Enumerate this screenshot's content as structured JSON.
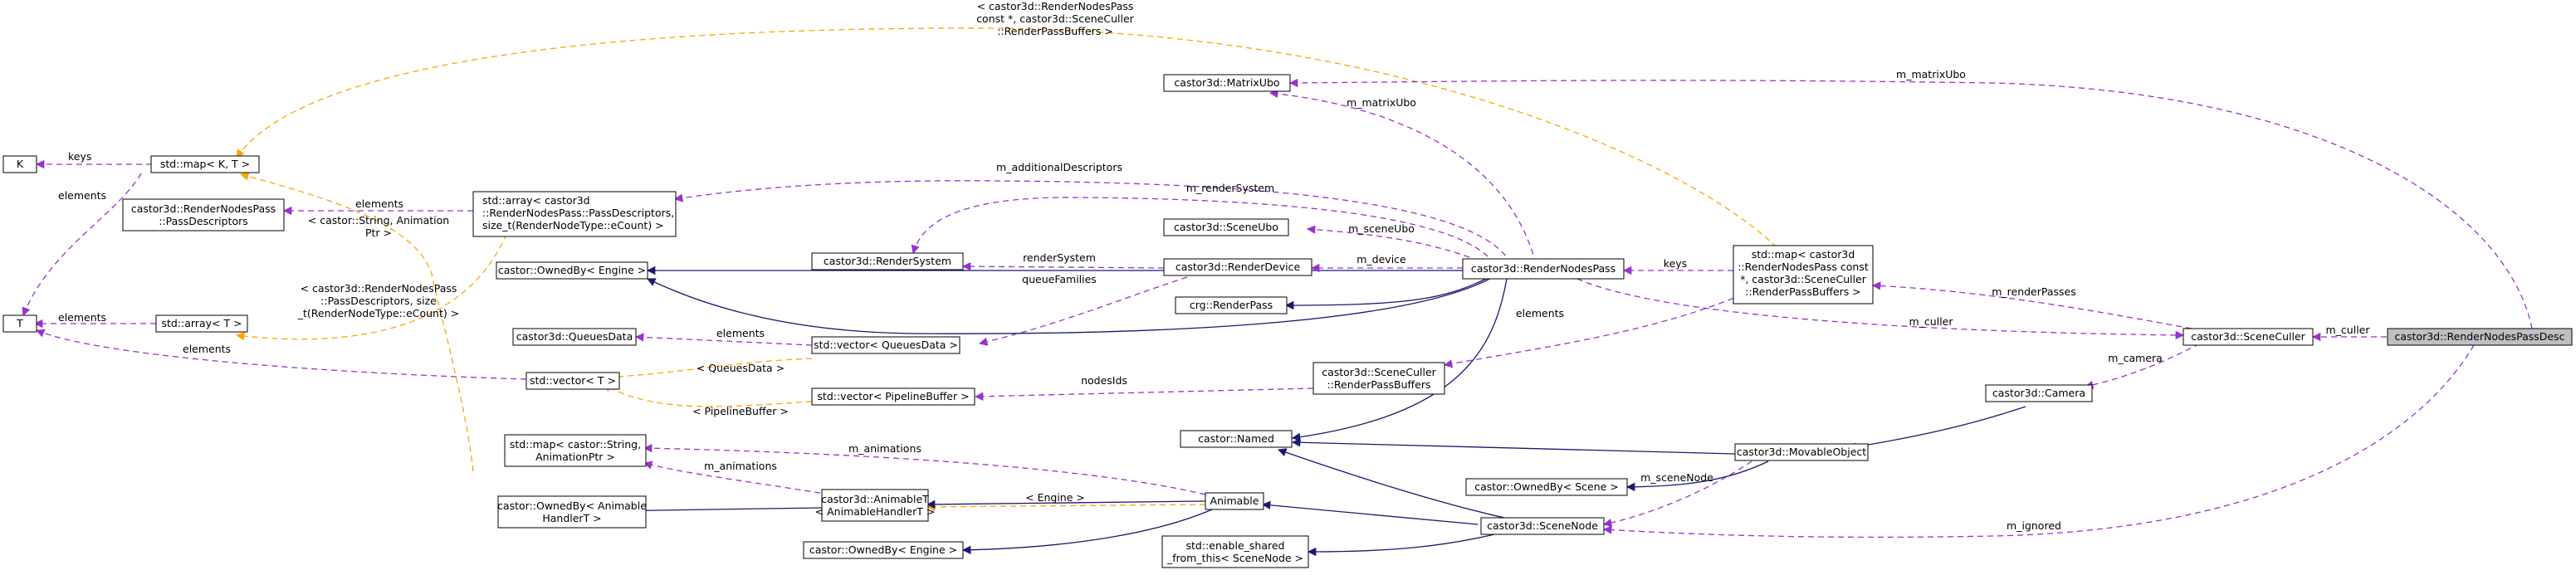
{
  "colors": {
    "inheritance": "#191970",
    "usage": "#9a32cd",
    "template": "#ffa500",
    "highlight_fill": "#bfbfbf"
  },
  "nodes": {
    "K": [
      "K"
    ],
    "T": [
      "T"
    ],
    "map_KT": [
      "std::map< K, T >"
    ],
    "passDescriptors": [
      "castor3d::RenderNodesPass",
      "::PassDescriptors"
    ],
    "array_T": [
      "std::array< T >"
    ],
    "array_pd": [
      "std::array< castor3d",
      "::RenderNodesPass::PassDescriptors,",
      "size_t(RenderNodeType::eCount) >"
    ],
    "ownedBy_engine": [
      "castor::OwnedBy< Engine >"
    ],
    "queuesData": [
      "castor3d::QueuesData"
    ],
    "vector_T": [
      "std::vector< T >"
    ],
    "map_anim": [
      "std::map< castor::String,",
      "AnimationPtr >"
    ],
    "ownedBy_animHandler": [
      "castor::OwnedBy< Animable",
      "HandlerT >"
    ],
    "renderSystem": [
      "castor3d::RenderSystem"
    ],
    "vector_qd": [
      "std::vector< QueuesData >"
    ],
    "vector_pb": [
      "std::vector< PipelineBuffer >"
    ],
    "animableT": [
      "castor3d::AnimableT",
      "< AnimableHandlerT >"
    ],
    "ownedBy_engine2": [
      "castor::OwnedBy< Engine >"
    ],
    "matrixUbo": [
      "castor3d::MatrixUbo"
    ],
    "sceneUbo": [
      "castor3d::SceneUbo"
    ],
    "renderDevice": [
      "castor3d::RenderDevice"
    ],
    "renderPass": [
      "crg::RenderPass"
    ],
    "renderPassBuffers": [
      "castor3d::SceneCuller",
      "::RenderPassBuffers"
    ],
    "named": [
      "castor::Named"
    ],
    "animable": [
      "Animable"
    ],
    "enableShared": [
      "std::enable_shared",
      "_from_this< SceneNode >"
    ],
    "renderNodesPass": [
      "castor3d::RenderNodesPass"
    ],
    "map_rnp": [
      "std::map< castor3d",
      "::RenderNodesPass const",
      "*, castor3d::SceneCuller",
      "::RenderPassBuffers >"
    ],
    "ownedBy_scene": [
      "castor::OwnedBy< Scene >"
    ],
    "sceneNode": [
      "castor3d::SceneNode"
    ],
    "movableObject": [
      "castor3d::MovableObject"
    ],
    "camera": [
      "castor3d::Camera"
    ],
    "sceneCuller": [
      "castor3d::SceneCuller"
    ],
    "desc": [
      "castor3d::RenderNodesPassDesc"
    ]
  },
  "edge_labels": {
    "keys_map": [
      "keys"
    ],
    "elements_map": [
      "elements"
    ],
    "elements_array_pd": [
      "elements"
    ],
    "elements_array_T": [
      "elements"
    ],
    "elements_vector_T": [
      "elements"
    ],
    "tpl_map_rnp": [
      "< castor3d::RenderNodesPass",
      "const *, castor3d::SceneCuller",
      "::RenderPassBuffers >"
    ],
    "tpl_map_anim": [
      "< castor::String, Animation",
      "Ptr >"
    ],
    "tpl_array_pd": [
      "< castor3d::RenderNodesPass",
      "::PassDescriptors, size",
      "_t(RenderNodeType::eCount) >"
    ],
    "tpl_queuesdata": [
      "< QueuesData >"
    ],
    "tpl_pipelinebuffer": [
      "< PipelineBuffer >"
    ],
    "tpl_engine": [
      "< Engine >"
    ],
    "m_matrixUbo_long": [
      "m_matrixUbo"
    ],
    "m_matrixUbo": [
      "m_matrixUbo"
    ],
    "m_additionalDescriptors": [
      "m_additionalDescriptors"
    ],
    "m_renderSystem": [
      "m_renderSystem"
    ],
    "m_sceneUbo": [
      "m_sceneUbo"
    ],
    "renderSystem": [
      "renderSystem"
    ],
    "m_device": [
      "m_device"
    ],
    "keys_rnp": [
      "keys"
    ],
    "queueFamilies": [
      "queueFamilies"
    ],
    "elements_qd": [
      "elements"
    ],
    "elements_rpb": [
      "elements"
    ],
    "nodesIds": [
      "nodesIds"
    ],
    "m_renderPasses": [
      "m_renderPasses"
    ],
    "m_culler": [
      "m_culler"
    ],
    "m_culler_desc": [
      "m_culler"
    ],
    "m_camera": [
      "m_camera"
    ],
    "m_sceneNode": [
      "m_sceneNode"
    ],
    "m_animations_map": [
      "m_animations"
    ],
    "m_animations_animable": [
      "m_animations"
    ],
    "m_ignored": [
      "m_ignored"
    ]
  }
}
